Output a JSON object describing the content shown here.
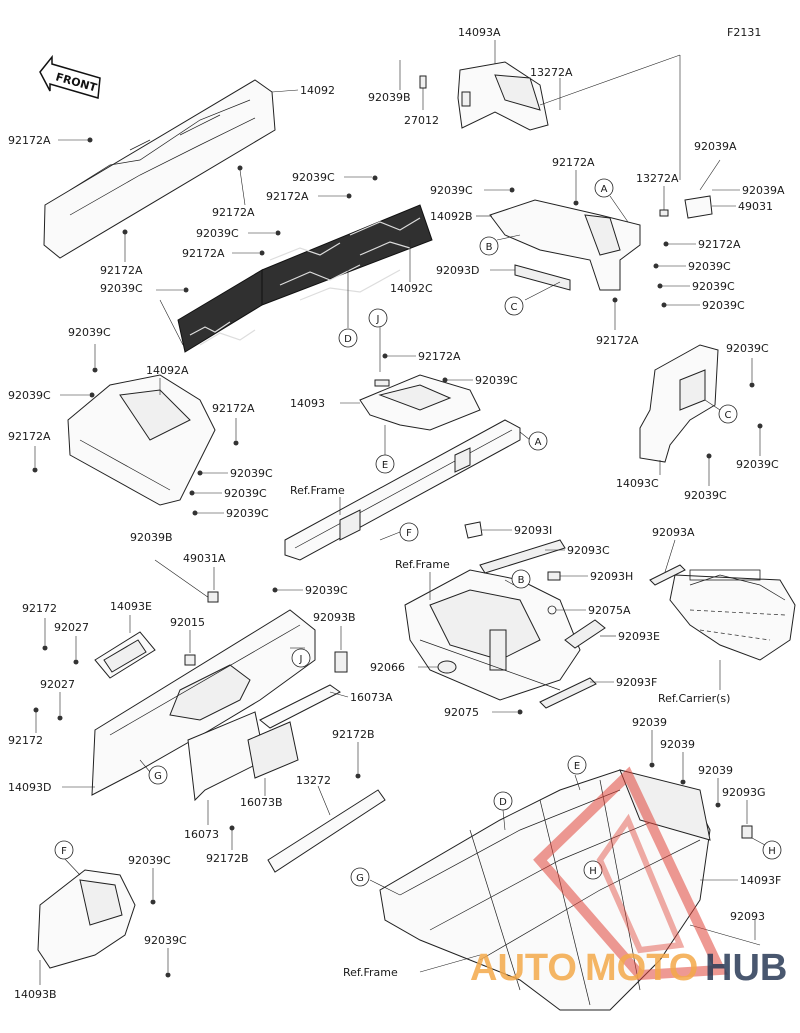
{
  "figure_code": "F2131",
  "front_label": "FRONT",
  "parts": {
    "p14093A": "14093A",
    "p92039B_top": "92039B",
    "p27012": "27012",
    "p13272A_top": "13272A",
    "p14092": "14092",
    "p92172A_1": "92172A",
    "p92172A_2": "92172A",
    "p92039C_1": "92039C",
    "p92172A_3": "92172A",
    "p92039C_2": "92039C",
    "p92172A_4": "92172A",
    "p92172A_5": "92172A",
    "p92039C_3": "92039C",
    "p14092C": "14092C",
    "p92172A_6": "92172A",
    "p92039C_4": "92039C",
    "p14092B": "14092B",
    "p13272A_r": "13272A",
    "p92039A_1": "92039A",
    "p92039A_2": "92039A",
    "p49031": "49031",
    "p92172A_7": "92172A",
    "p92093D": "92093D",
    "p92039C_5": "92039C",
    "p92039C_6": "92039C",
    "p92039C_7": "92039C",
    "p92172A_8": "92172A",
    "p92039C_8": "92039C",
    "p92039C_9": "92039C",
    "p14092A": "14092A",
    "p92172A_9": "92172A",
    "p92172A_10": "92172A",
    "p92039C_10": "92039C",
    "p92039C_11": "92039C",
    "p92039C_12": "92039C",
    "p92172A_11": "92172A",
    "p92039C_13": "92039C",
    "p14093": "14093",
    "p92039C_14": "92039C",
    "p92039C_15": "92039C",
    "p14093C": "14093C",
    "p92039C_16": "92039C",
    "p92039B_mid": "92039B",
    "p49031A": "49031A",
    "p92039C_17": "92039C",
    "p92172_1": "92172",
    "p14093E": "14093E",
    "p92027_1": "92027",
    "p92015": "92015",
    "p92093B": "92093B",
    "p16073A": "16073A",
    "p92027_2": "92027",
    "p92172_2": "92172",
    "p14093D": "14093D",
    "p92172B_1": "92172B",
    "p13272": "13272",
    "p16073B": "16073B",
    "p16073": "16073",
    "p92172B_2": "92172B",
    "p92093I": "92093I",
    "p92093C": "92093C",
    "p92093H": "92093H",
    "p92075A": "92075A",
    "p92093E": "92093E",
    "p92066": "92066",
    "p92093F": "92093F",
    "p92075": "92075",
    "p92093A": "92093A",
    "p92039_1": "92039",
    "p92039_2": "92039",
    "p92039_3": "92039",
    "p92093G": "92093G",
    "p14093F": "14093F",
    "p92093": "92093",
    "p92039C_18": "92039C",
    "p92039C_19": "92039C",
    "p14093B": "14093B"
  },
  "refs": {
    "frame_1": "Ref.Frame",
    "frame_2": "Ref.Frame",
    "frame_3": "Ref.Frame",
    "carrier": "Ref.Carrier(s)"
  },
  "callouts": {
    "A1": "A",
    "A2": "A",
    "B1": "B",
    "B2": "B",
    "C1": "C",
    "C2": "C",
    "D1": "D",
    "D2": "D",
    "E1": "E",
    "E2": "E",
    "F1": "F",
    "F2": "F",
    "G1": "G",
    "G2": "G",
    "H1": "H",
    "H2": "H",
    "J1": "J",
    "J2": "J"
  },
  "watermark": {
    "part1": "AUTO",
    "part2": "MOTO",
    "part3": "HUB"
  },
  "colors": {
    "line": "#222222",
    "watermark_orange": "#f4a94a",
    "watermark_red": "#e0463a",
    "watermark_navy": "#2a3a56"
  }
}
